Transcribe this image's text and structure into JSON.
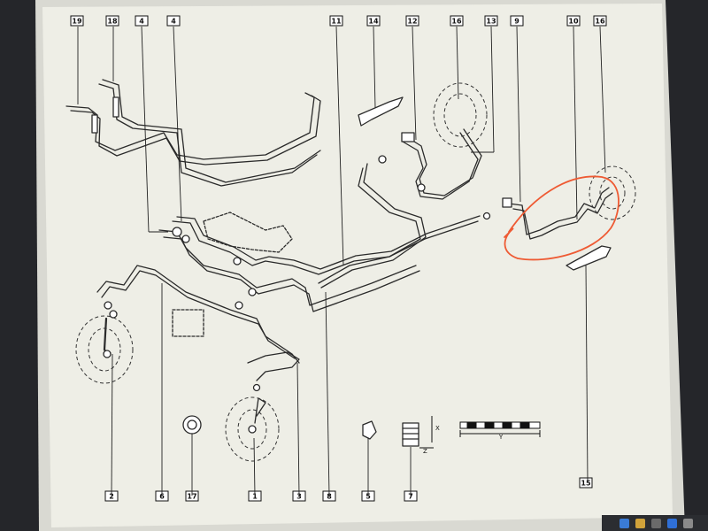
{
  "diagram": {
    "top_callouts": [
      "19",
      "18",
      "4",
      "4",
      "11",
      "14",
      "12",
      "16",
      "13",
      "9",
      "10",
      "16"
    ],
    "bottom_callouts": [
      "2",
      "6",
      "17",
      "1",
      "3",
      "8",
      "5",
      "7",
      "15"
    ],
    "dimension_labels": {
      "x": "X",
      "y": "Y",
      "z": "Z"
    },
    "colors": {
      "paper": "#eeeee6",
      "line": "#2a2a2a",
      "highlight": "#ee5a33"
    }
  },
  "taskbar": {
    "icons": [
      "app-icon",
      "app-icon",
      "app-icon",
      "bluetooth-icon",
      "app-icon"
    ]
  }
}
